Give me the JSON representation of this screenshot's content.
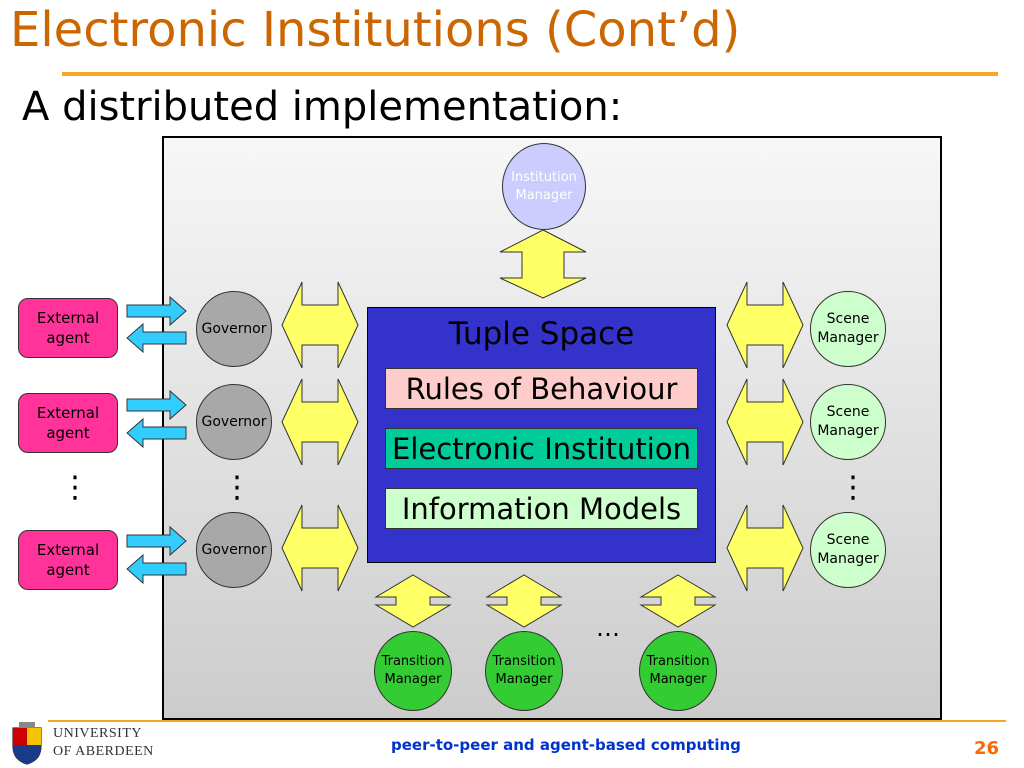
{
  "slide": {
    "title": "Electronic Institutions (Cont’d)",
    "subtitle": "A distributed implementation:",
    "footer": "peer-to-peer and agent-based computing",
    "page_number": "26"
  },
  "diagram": {
    "institution_manager": "Institution Manager",
    "tuple_space": {
      "title": "Tuple Space",
      "layers": [
        "Rules of Behaviour",
        "Electronic Institution",
        "Information Models"
      ]
    },
    "external_agent_label": "External agent",
    "governor_label": "Governor",
    "scene_manager_label": "Scene Manager",
    "transition_manager_label": "Transition Manager",
    "vertical_ellipsis": "⋮",
    "horizontal_ellipsis": "…"
  },
  "logo": {
    "line1": "UNIVERSITY",
    "line2": "OF ABERDEEN"
  },
  "colors": {
    "title": "#cc6600",
    "rule": "#f5a623",
    "tuple_space": "#3333cc",
    "rules_of_behaviour": "#ffcccc",
    "electronic_institution": "#00cc99",
    "information_models": "#ccffcc",
    "external_agent": "#ff3399",
    "governor": "#a8a8a8",
    "scene_manager": "#ccffcc",
    "transition_manager": "#33cc33",
    "institution_manager": "#ccccff",
    "double_arrow": "#ffff66",
    "agent_arrow": "#33ccff"
  }
}
